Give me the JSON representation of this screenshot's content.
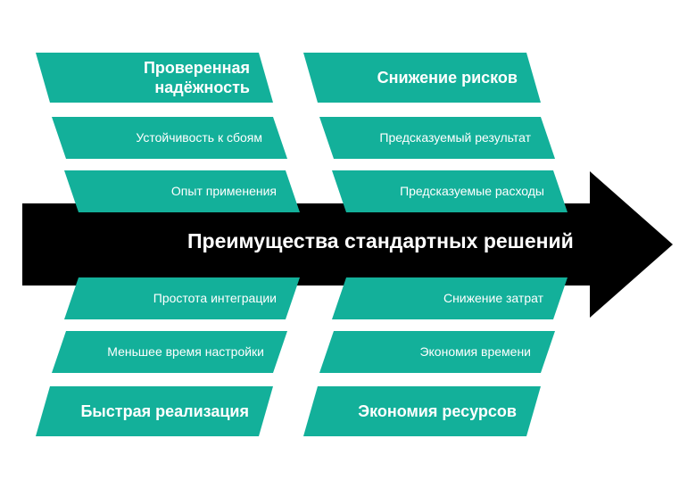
{
  "title": "Преимущества стандартных решений",
  "colors": {
    "block": "#13b09a",
    "arrow": "#000000",
    "text": "#ffffff"
  },
  "groups": {
    "top_left": {
      "header": "Проверенная надёжность",
      "items": [
        "Устойчивость к сбоям",
        "Опыт применения"
      ]
    },
    "top_right": {
      "header": "Снижение рисков",
      "items": [
        "Предсказуемый результат",
        "Предсказуемые расходы"
      ]
    },
    "bottom_left": {
      "header": "Быстрая реализация",
      "items": [
        "Простота интеграции",
        "Меньшее время настройки"
      ]
    },
    "bottom_right": {
      "header": "Экономия ресурсов",
      "items": [
        "Снижение затрат",
        "Экономия времени"
      ]
    }
  }
}
